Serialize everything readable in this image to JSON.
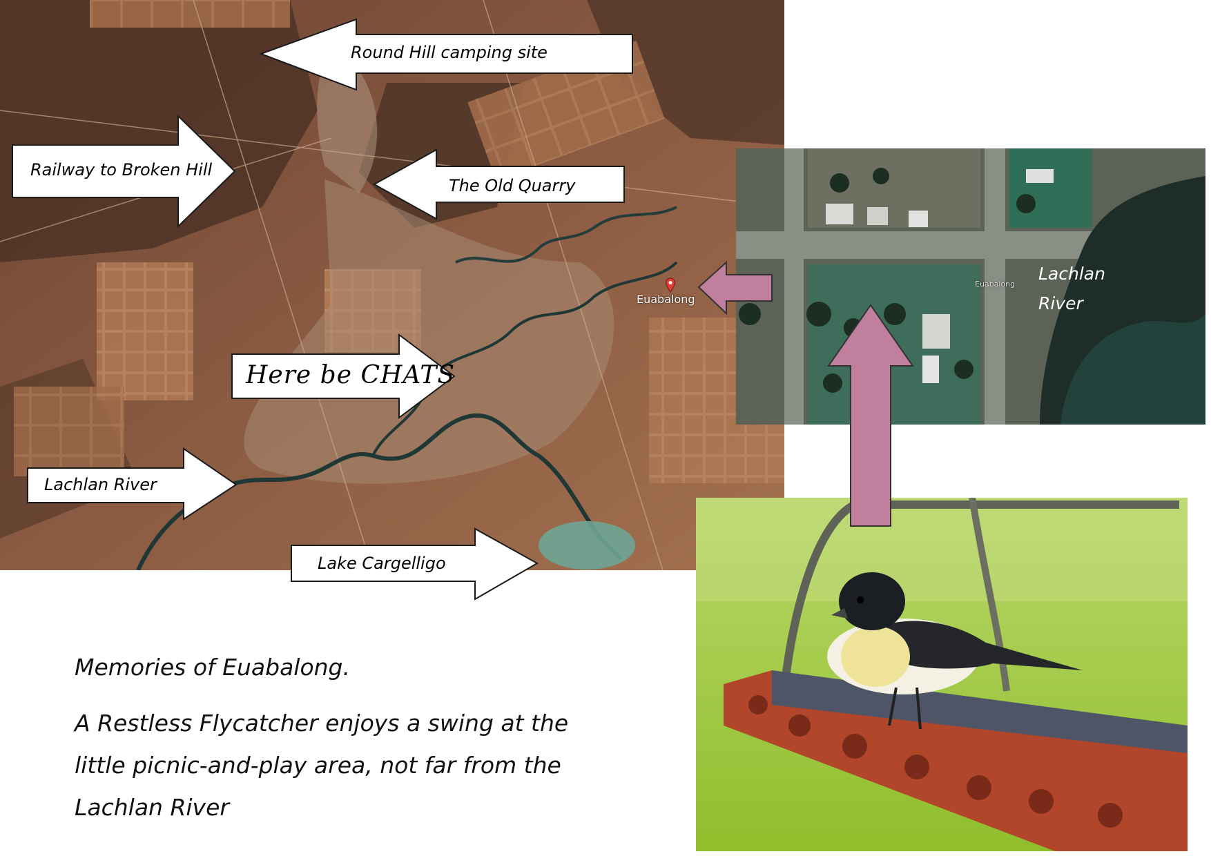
{
  "labels": {
    "round_hill": "Round Hill camping site",
    "railway": "Railway to Broken Hill",
    "old_quarry": "The Old Quarry",
    "chats": "Here be CHATS",
    "lachlan_left": "Lachlan River",
    "lake": "Lake Cargelligo",
    "town_pin": "Euabalong",
    "town_pin_small": "Euabalong",
    "lachlan_right_line1": "Lachlan",
    "lachlan_right_line2": "River"
  },
  "caption": {
    "title": "Memories of Euabalong.",
    "body": "A Restless Flycatcher enjoys a swing at the little picnic-and-play area, not far from the Lachlan River"
  },
  "colors": {
    "pink_arrow": "#c17f9e",
    "arrow_fill": "#ffffff",
    "arrow_stroke": "#1a1a1a",
    "terrain_dark": "#5a3a2a",
    "terrain_light": "#9c6a4e",
    "river": "#223a3a",
    "grass": "#9fca3a"
  },
  "icons": {
    "map_pin": "map-pin-icon"
  }
}
